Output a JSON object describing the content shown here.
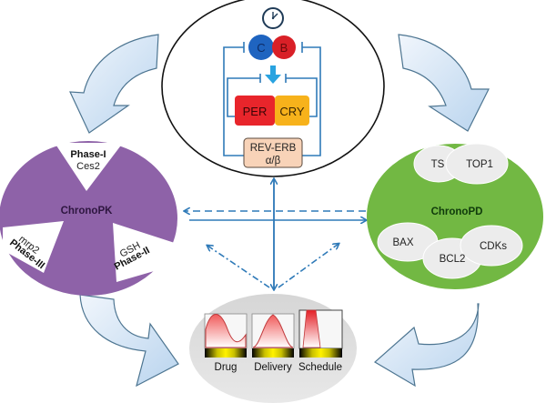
{
  "clock": {
    "core": {
      "c_label": "C",
      "b_label": "B",
      "per_label": "PER",
      "cry_label": "CRY",
      "reverb_line1": "REV-ERB",
      "reverb_line2": "α/β"
    }
  },
  "chronopk": {
    "title": "ChronoPK",
    "phase1_title": "Phase-I",
    "phase1_gene": "Ces2",
    "phase2_gene": "GSH",
    "phase2_title": "Phase-II",
    "phase3_gene": "mrp2",
    "phase3_title": "Phase-III"
  },
  "chronopd": {
    "title": "ChronoPD",
    "targets": [
      "TS",
      "TOP1",
      "BAX",
      "BCL2",
      "CDKs"
    ]
  },
  "delivery": {
    "panels": [
      "Drug",
      "Delivery",
      "Schedule"
    ]
  },
  "colors": {
    "purple": "#8e62a8",
    "green": "#72b843",
    "blue_line": "#2f7ab8",
    "arrow_fill": "#cfe1f3",
    "arrow_stroke": "#4d7591",
    "per": "#e8252b",
    "cry": "#f7b21b",
    "c_circle": "#1f64c0",
    "b_circle": "#d92027",
    "reverb": "#f8d3b8",
    "gray_ellipse": "#dcdcdc"
  }
}
